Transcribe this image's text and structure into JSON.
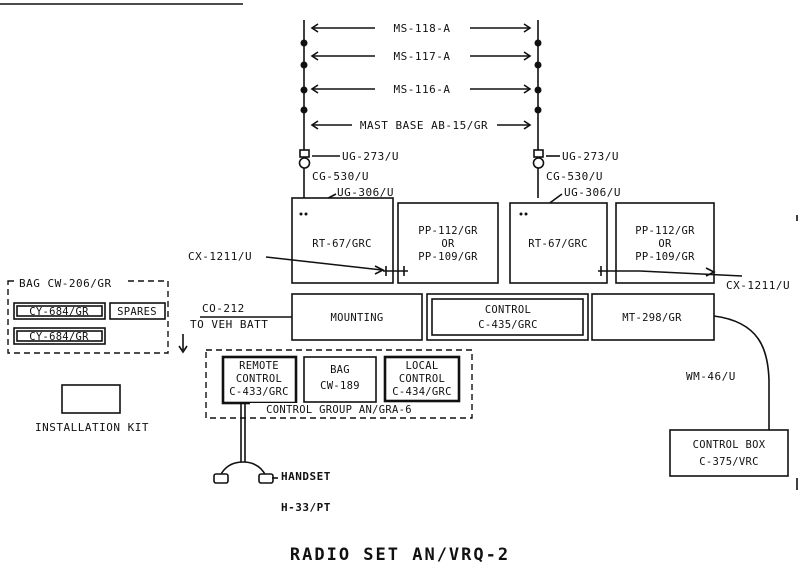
{
  "title": "RADIO SET AN/VRQ-2",
  "antenna": {
    "mast_sections": [
      "MS-118-A",
      "MS-117-A",
      "MS-116-A"
    ],
    "mast_base": "MAST BASE AB-15/GR"
  },
  "left_chain": {
    "adapter": "UG-273/U",
    "cable": "CG-530/U",
    "connector": "UG-306/U"
  },
  "right_chain": {
    "adapter": "UG-273/U",
    "cable": "CG-530/U",
    "connector": "UG-306/U"
  },
  "units": {
    "rt_left": "RT-67/GRC",
    "pp_left": [
      "PP-112/GR",
      "OR",
      "PP-109/GR"
    ],
    "rt_right": "RT-67/GRC",
    "pp_right": [
      "PP-112/GR",
      "OR",
      "PP-109/GR"
    ],
    "mounting": "MOUNTING",
    "control": [
      "CONTROL",
      "C-435/GRC"
    ],
    "mt": "MT-298/GR",
    "control_box": [
      "CONTROL BOX",
      "C-375/VRC"
    ]
  },
  "cables": {
    "cx_left": "CX-1211/U",
    "cx_right": "CX-1211/U",
    "co": [
      "CO-212",
      "TO VEH BATT"
    ],
    "wm": "WM-46/U"
  },
  "bag_group": {
    "title": "BAG CW-206/GR",
    "items": [
      "CY-684/GR",
      "SPARES",
      "CY-684/GR"
    ]
  },
  "control_group": {
    "title": "CONTROL GROUP AN/GRA-6",
    "remote": [
      "REMOTE",
      "CONTROL",
      "C-433/GRC"
    ],
    "bag": [
      "BAG",
      "CW-189"
    ],
    "local": [
      "LOCAL",
      "CONTROL",
      "C-434/GRC"
    ]
  },
  "installation_kit": "INSTALLATION KIT",
  "handset": [
    "HANDSET",
    "H-33/PT"
  ]
}
